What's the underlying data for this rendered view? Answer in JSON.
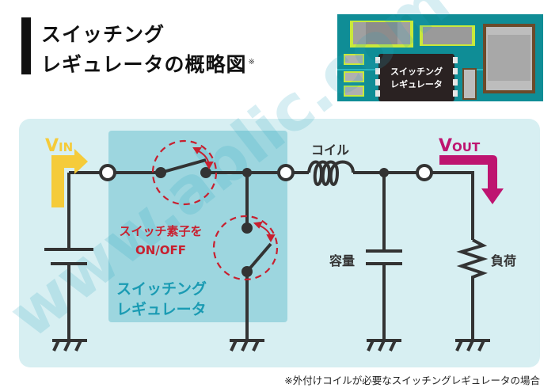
{
  "title": {
    "line1": "スイッチング",
    "line2": "レギュレータの概略図",
    "note_mark": "※"
  },
  "photo": {
    "chip_label_line1": "スイッチング",
    "chip_label_line2": "レギュレータ"
  },
  "diagram": {
    "vin_label": "V",
    "vin_sub": "IN",
    "vout_label": "V",
    "vout_sub": "OUT",
    "coil_label": "コイル",
    "capacitor_label": "容量",
    "load_label": "負荷",
    "switch_note_line1": "スイッチ素子を",
    "switch_note_line2": "ON/OFF",
    "regulator_label_line1": "スイッチング",
    "regulator_label_line2": "レギュレータ",
    "colors": {
      "vin_arrow": "#f5cb3a",
      "vout_arrow": "#be1470",
      "switch_highlight": "#c8202f",
      "regulator_box": "#9dd6df",
      "panel": "#d7eff2"
    }
  },
  "watermark": "www.ablic.com",
  "footnote": "※外付けコイルが必要なスイッチングレギュレータの場合"
}
